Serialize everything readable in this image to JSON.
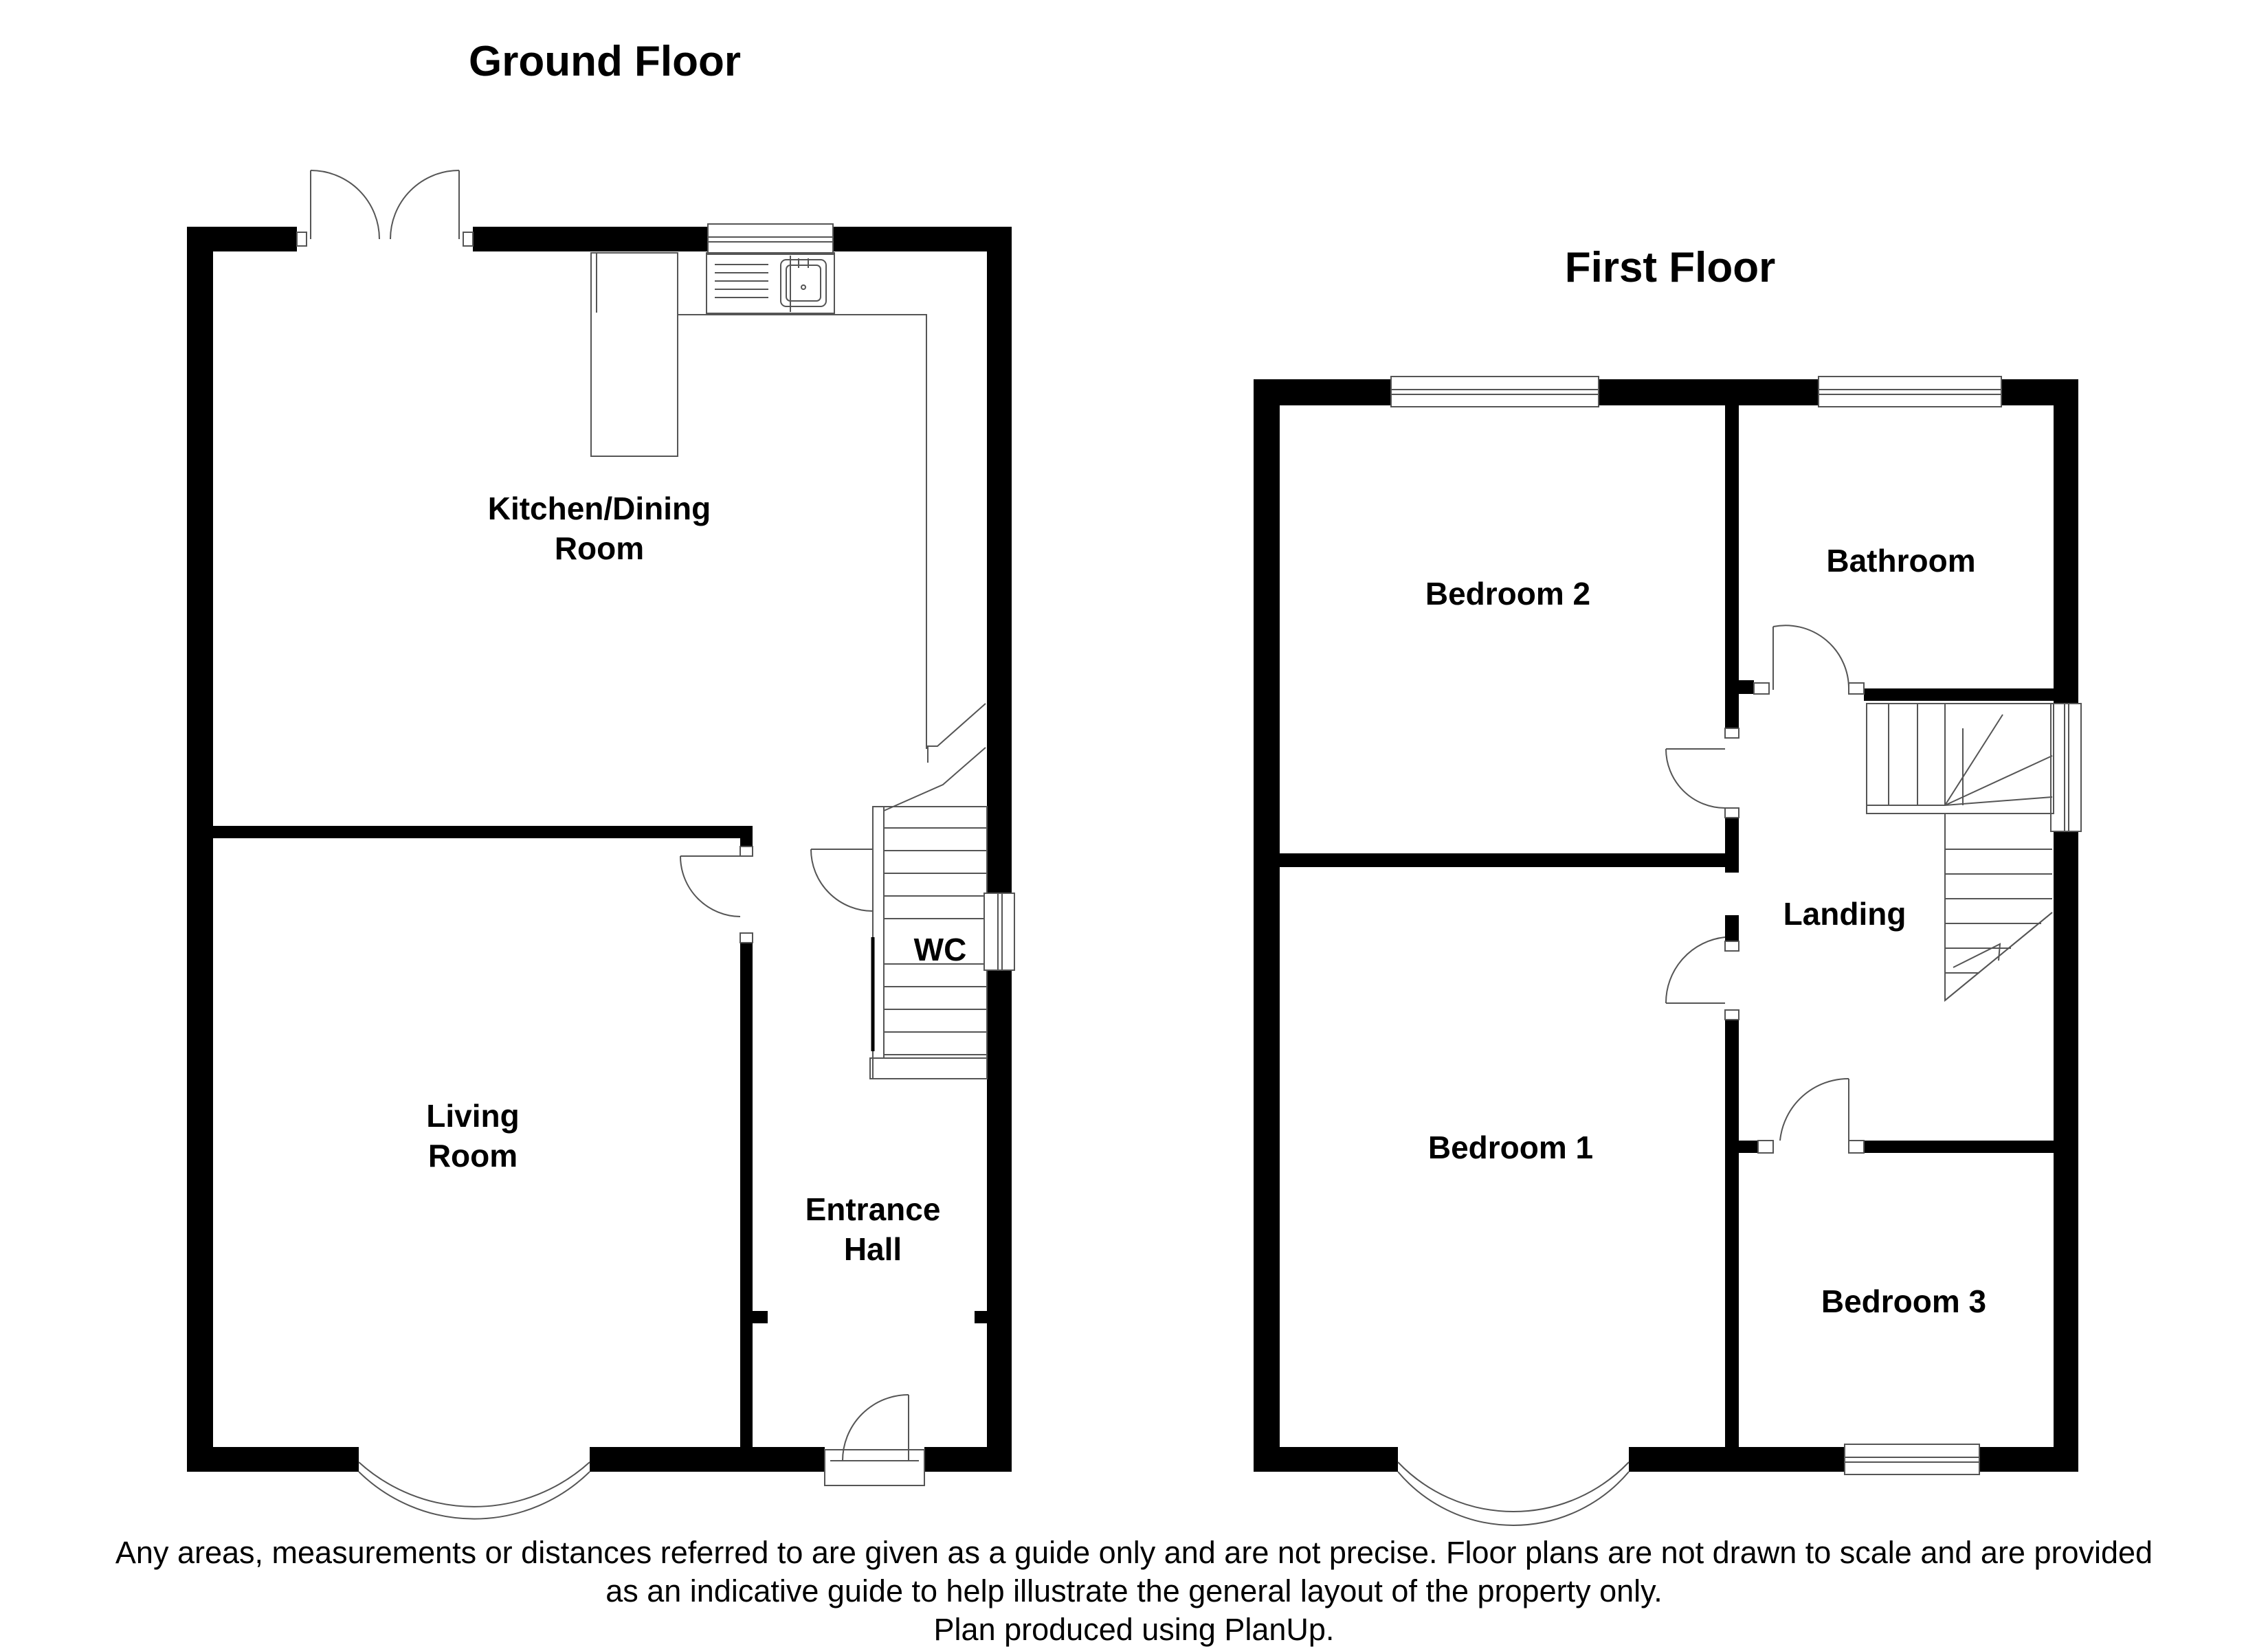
{
  "ground_floor": {
    "title": "Ground Floor",
    "rooms": {
      "kitchen_dining": [
        "Kitchen/Dining",
        "Room"
      ],
      "living_room": [
        "Living",
        "Room"
      ],
      "entrance_hall": [
        "Entrance",
        "Hall"
      ],
      "wc": "WC"
    }
  },
  "first_floor": {
    "title": "First Floor",
    "rooms": {
      "bedroom_2": "Bedroom 2",
      "bathroom": "Bathroom",
      "landing": "Landing",
      "bedroom_1": "Bedroom 1",
      "bedroom_3": "Bedroom 3"
    }
  },
  "disclaimer": {
    "line1": "Any areas, measurements or distances referred to are given as a guide only and are not precise. Floor plans are not drawn to scale and are provided",
    "line2": "as an indicative guide to help illustrate the general layout of the property only.",
    "line3": "Plan produced using PlanUp."
  },
  "colors": {
    "wall": "#000000",
    "fixture_line": "#555555",
    "background": "#ffffff"
  }
}
